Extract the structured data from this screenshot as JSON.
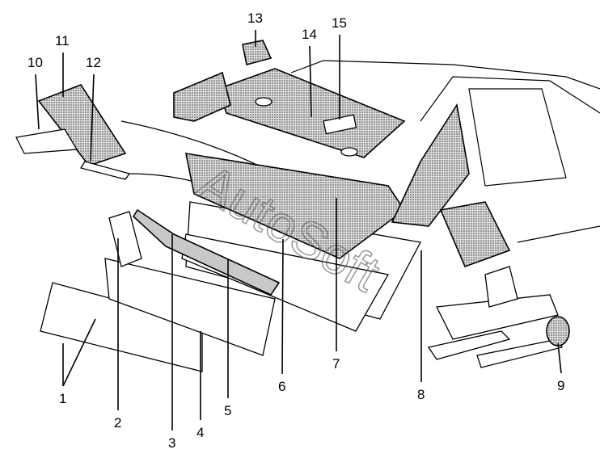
{
  "diagram": {
    "watermark": "AutoSoft",
    "callouts": [
      "1",
      "2",
      "3",
      "4",
      "5",
      "6",
      "7",
      "8",
      "9",
      "10",
      "11",
      "12",
      "13",
      "14",
      "15"
    ]
  }
}
